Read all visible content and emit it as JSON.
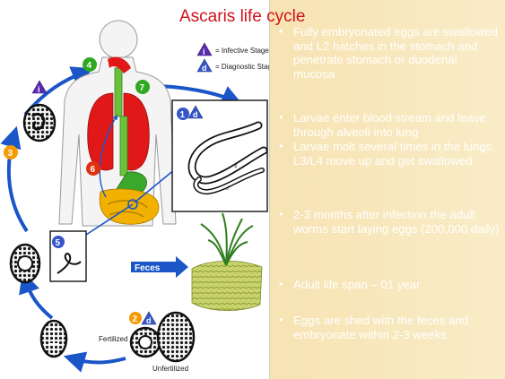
{
  "title": "Ascaris life cycle",
  "legend": {
    "infective": "= Infective Stage",
    "diagnostic": "= Diagnostic Stage",
    "infective_glyph": "i",
    "diagnostic_glyph": "d"
  },
  "stages": {
    "s1": "1",
    "s2": "2",
    "s3": "3",
    "s4": "4",
    "s5": "5",
    "s6": "6",
    "s7": "7"
  },
  "labels": {
    "feces": "Feces",
    "fertilized": "Fertilized",
    "unfertilized": "Unfertilized"
  },
  "bullets": [
    "Fully embryonated eggs are swallowed and L2 hatches in the stomach and penetrate stomach or duodenal mucosa",
    "Larvae enter blood stream and leave through alveoli into lung",
    "Larvae molt several times in the lungs L3/L4 move up and get swallowed",
    "2-3 months after infection the adult worms start laying eggs (200,000 daily)",
    "Adult life span – 01 year",
    "Eggs are shed with the feces and embryonate within 2-3 weeks"
  ],
  "bullet_symbol": "•",
  "colors": {
    "title": "#d0121a",
    "panel": "#f8e6b8",
    "arrow": "#1a56c8",
    "infective_marker": "#5a2db0",
    "lung": "#e01818",
    "gut": "#6ac23a",
    "stomach": "#3aa82a",
    "intestine": "#f2b000",
    "stage_green": "#2ea820",
    "stage_orange": "#f59a00",
    "stage_red": "#e03010",
    "stage_blue": "#3555c8"
  }
}
